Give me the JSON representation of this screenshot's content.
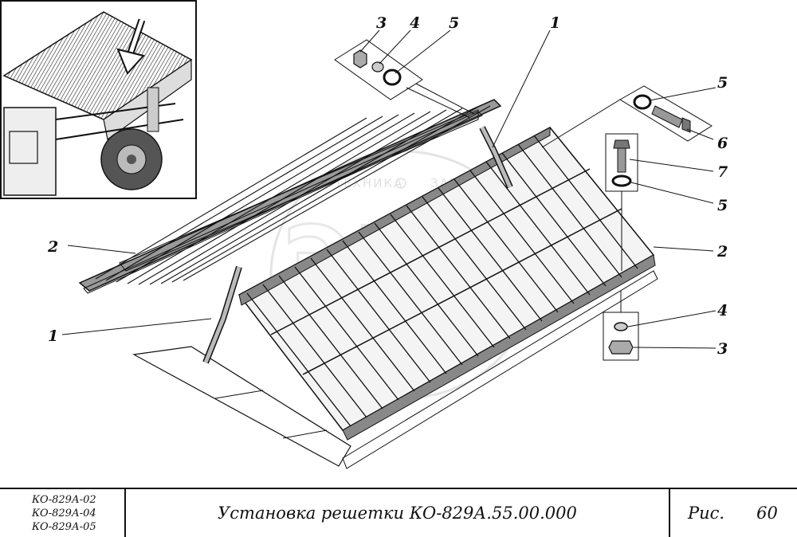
{
  "drawing": {
    "callouts": {
      "nut_top": "3",
      "washer_top": "4",
      "flat_washer_top": "5",
      "strut_right": "1",
      "flat_washer_right": "5",
      "bolt": "6",
      "bolt_short": "7",
      "flat_washer_mid": "5",
      "grate_right": "2",
      "lock_washer_bottom": "4",
      "nut_bottom": "3",
      "grate_left": "2",
      "strut_left": "1"
    },
    "watermark": {
      "text_left": "ТЕХНИКА",
      "text_right": "ЗАПЧАСТИ",
      "logo": "ЭПЦ"
    }
  },
  "title_block": {
    "models": [
      "КО-829А-02",
      "КО-829А-04",
      "КО-829А-05"
    ],
    "title": "Установка решетки КО-829А.55.00.000",
    "figure_label": "Рис.",
    "figure_number": "60"
  }
}
